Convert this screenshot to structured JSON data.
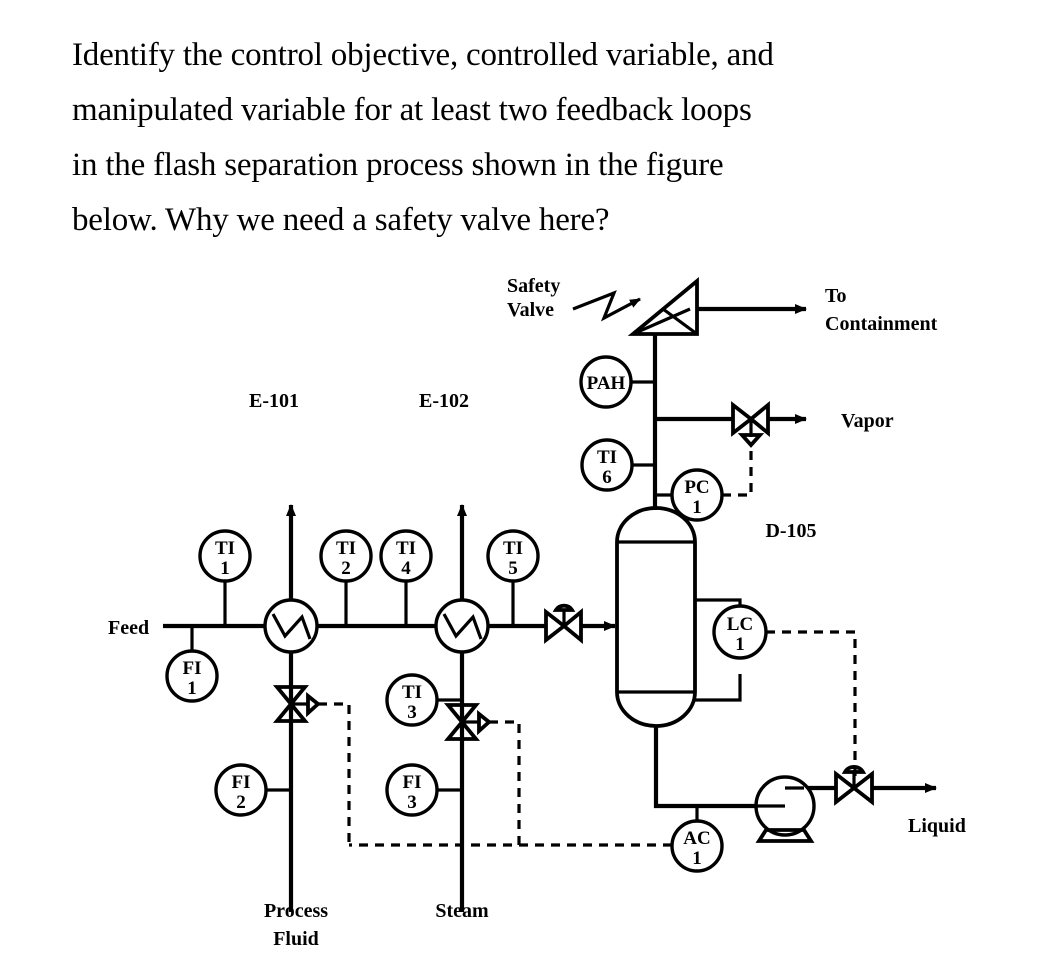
{
  "question": {
    "lines": [
      "Identify the control objective, controlled variable, and",
      "manipulated variable for at least two feedback loops",
      "in the flash separation process shown in the figure",
      "below. Why we need a safety valve here?"
    ]
  },
  "diagram": {
    "title": "Flash separation process P&ID",
    "equipment": [
      {
        "id": "e101",
        "tag": "E-101",
        "type": "heat-exchanger"
      },
      {
        "id": "e102",
        "tag": "E-102",
        "type": "heat-exchanger"
      },
      {
        "id": "d105",
        "tag": "D-105",
        "type": "flash-drum"
      }
    ],
    "instruments": [
      {
        "id": "ti1",
        "letters": "TI",
        "number": "1"
      },
      {
        "id": "fi1",
        "letters": "FI",
        "number": "1"
      },
      {
        "id": "ti2",
        "letters": "TI",
        "number": "2"
      },
      {
        "id": "ti4",
        "letters": "TI",
        "number": "4"
      },
      {
        "id": "ti3",
        "letters": "TI",
        "number": "3"
      },
      {
        "id": "ti5",
        "letters": "TI",
        "number": "5"
      },
      {
        "id": "fi2",
        "letters": "FI",
        "number": "2"
      },
      {
        "id": "fi3",
        "letters": "FI",
        "number": "3"
      },
      {
        "id": "ti6",
        "letters": "TI",
        "number": "6"
      },
      {
        "id": "pah",
        "letters": "PAH",
        "number": ""
      },
      {
        "id": "pc1",
        "letters": "PC",
        "number": "1"
      },
      {
        "id": "lc1",
        "letters": "LC",
        "number": "1"
      },
      {
        "id": "ac1",
        "letters": "AC",
        "number": "1"
      }
    ],
    "stream_labels": {
      "feed": "Feed",
      "process_fluid_line1": "Process",
      "process_fluid_line2": "Fluid",
      "steam": "Steam",
      "vapor": "Vapor",
      "liquid": "Liquid",
      "to_containment_line1": "To",
      "to_containment_line2": "Containment"
    },
    "annotations": {
      "safety_valve_line1": "Safety",
      "safety_valve_line2": "Valve"
    },
    "colors": {
      "line": "#000000",
      "background": "#ffffff"
    }
  }
}
